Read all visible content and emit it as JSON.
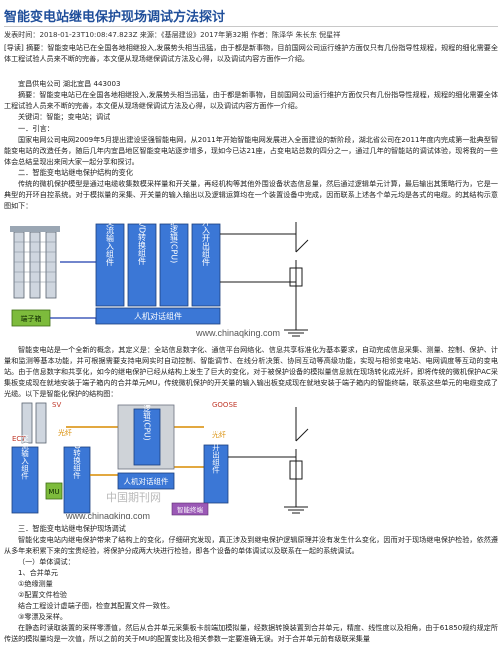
{
  "title": "智能变电站继电保护现场调试方法探讨",
  "meta": "发表时间：2018-01-23T10:08:47.823Z   来源：《基层建设》2017年第32期   作者：陈泽华 朱长东 倪星祥",
  "digest_tag": "[导读] 摘要：智能变电站已在全国各地相继投入,发展势头相当迅猛，由于都是新事物，目前国网公司运行维护方面仅只有几份指导性规程，规程的细化需要全体工程试验人员来不断的完善，本文便从现场继保调试方法及心得，以及调试内容方面作一介绍。",
  "affiliation": "宜昌供电公司  湖北宜昌  443003",
  "abstract": "摘要：智能变电站已在全国各地相继投入,发展势头相当迅猛，由于都是新事物，目前国网公司运行维护方面仅只有几份指导性规程，规程的细化需要全体工程试验人员来不断的完善，本文便从现场继保调试方法及心得，以及调试内容方面作一介绍。",
  "keywords": "关键词：智能；变电站；调试",
  "sec1": "一．引言：",
  "para1": "国家电网公司电网2009年5月提出建设坚强智能电网，从2011年开始智能电网发展进入全面建设的新阶段，湖北省公司在2011年度内完成第一批典型智能变电站的改造任务，随后几年内宜昌地区智能变电站逐步增多，现如今已达21座，占变电站总数的四分之一，通过几年的智能站的调试体验，现将我的一些体会总结呈现出来同大家一起分享和探讨。",
  "sec2": "二．智能变电站继电保护结构的变化",
  "para2": "传统的微机保护模型是通过电缆收集数模采样量和开关量，再经机构等其他外围设备状态信息量，然后通过逻辑单元计算，最后输出其策略行为，它是一典型的开环自控系统。对于模拟量的采集、开关量的输入输出以及逻辑运算均在一个装置设备中完成，因而联系上述各个单元均是各式的电缆。的其结构示意图如下：",
  "fig1": {
    "col1": "交流输入组件",
    "col2": "A/D转换组件",
    "col3": "保护逻辑(CPU)",
    "col4": "开入开出组件",
    "bottom": "人机对话组件",
    "terminal": "端子箱",
    "watermark": "www.chinaqking.com"
  },
  "para3": "智能变电站是一个全新的概念，其定义是：全站信息数字化、通信平台网络化、信息共享标准化为基本要求，自动完成信息采集、测量、控制、保护、计量和监测等基本功能，并可根据需要支持电网实时自动控制、智能调节、在线分析决策、协同互动等高级功能，实现与相邻变电站、电网调度等互动的变电站。由于信息数字和共享化，如今的继电保护已经从结构上发生了巨大的变化，对于被保护设备的模拟量信息就在现场转化成光纤，即将传统的微机保护AC采集板变成现在就地安装于端子箱内的合并单元MU，传统微机保护的开关量的输入输出板变成现在就地安装于端子箱内的智能终端，联系这些单元的电缆变成了光缆。以下是智能化保护的结构图：",
  "fig2": {
    "sv": "SV",
    "goose": "GOOSE",
    "ect": "ECT",
    "fiber1": "光纤",
    "fiber2": "光纤",
    "col1": "交流输入组件",
    "col2": "A/D转换组件",
    "col3": "保护逻辑(CPU)",
    "col4": "开入开出组件",
    "bottom": "人机对话组件",
    "mu": "MU",
    "terminal": "智能终端",
    "logo": "中国期刊网",
    "watermark": "www.chinaqking.com"
  },
  "sec3": "三．智能变电站继电保护现场调试",
  "para4": "智能化变电站内继电保护带来了结构上的变化，仔细研究发现，真正涉及到继电保护逻辑原理并没有发生什么变化，因而对于现场继电保护检验，依然遵从多年来积累下来的宝贵经验，将保护分成两大块进行检验，即各个设备的单体调试以及联系在一起的系统调试。",
  "list": [
    "（一）单体调试：",
    "1、合并单元",
    "①绝缘测量",
    "②配置文件检验",
    "结合工程设计虚端子图，检查其配置文件一致性。",
    "③零漂及采样。"
  ],
  "para5": "在静态时读取装置的采样零漂值，然后从合并单元采集板卡前端加模拟量，经数据转换装置到合并单元，精度、线性度以及相角，由于61850规约规定所传送的模拟量均是一次值，所以之前的关于MU的配置变比及相关参数一定要准确无误。对于合并单元前有级联采集量"
}
